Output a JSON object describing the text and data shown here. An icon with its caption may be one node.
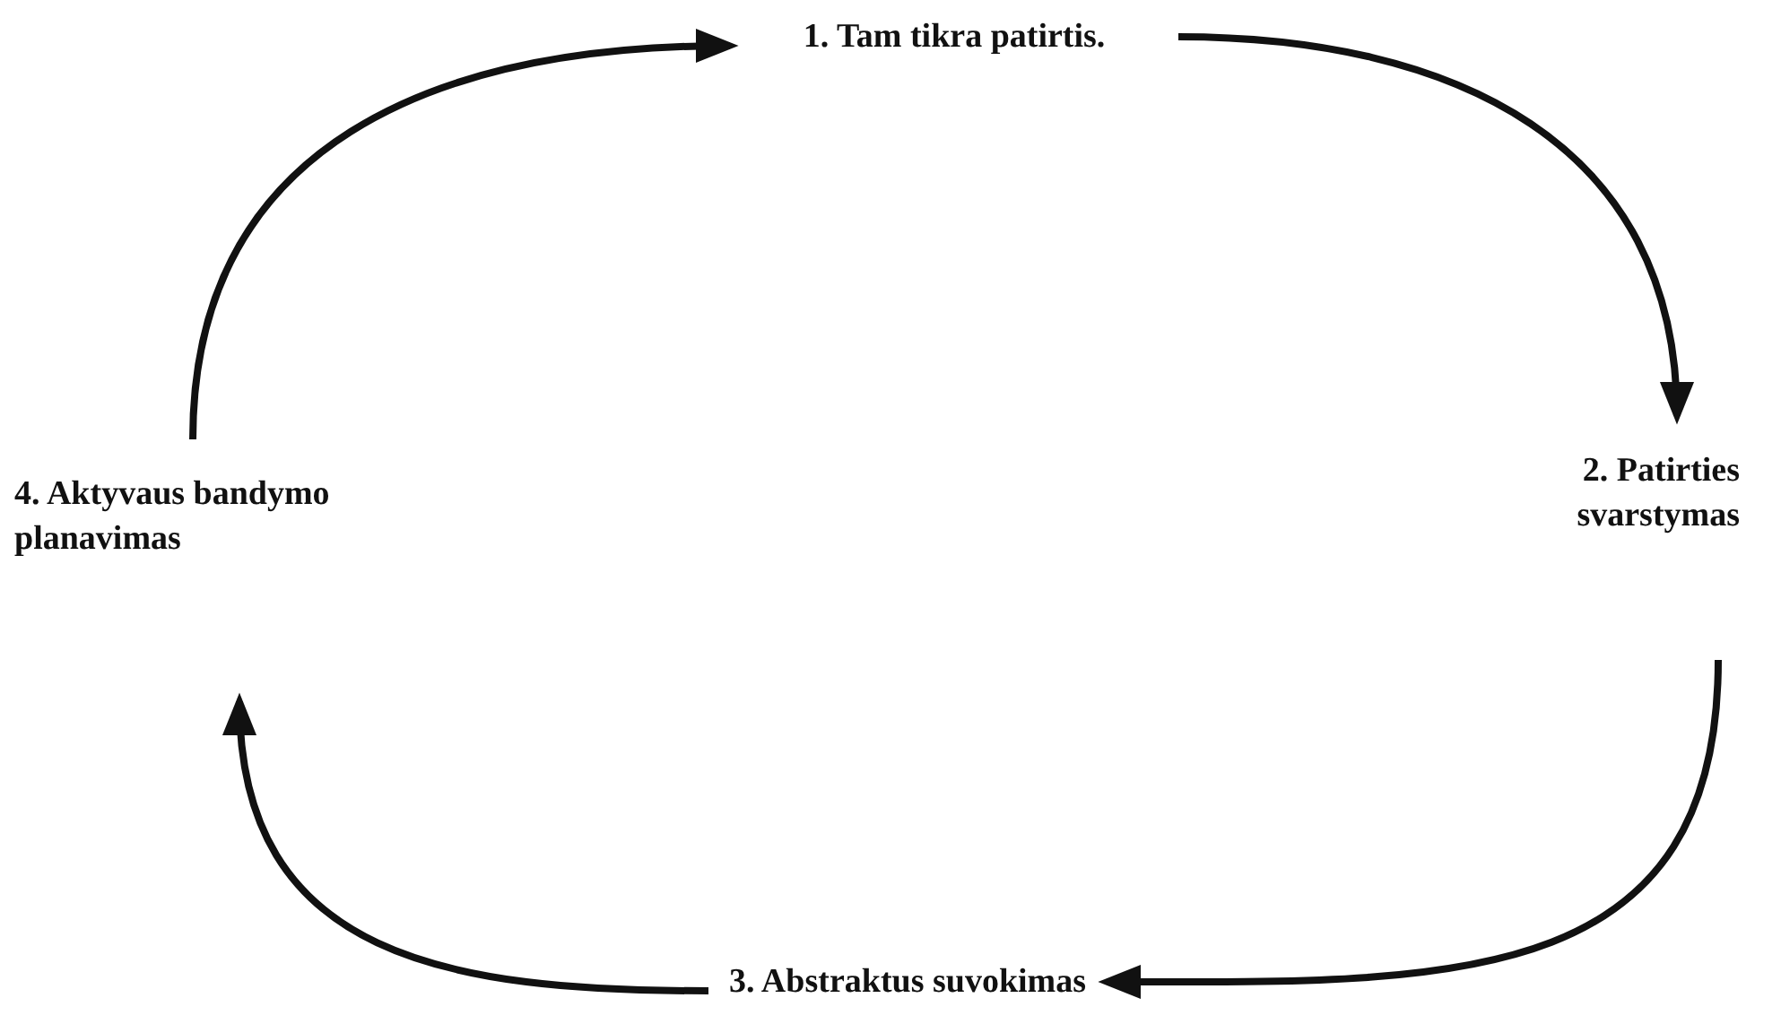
{
  "diagram": {
    "nodes": [
      {
        "text": [
          "1. Tam tikra patirtis."
        ]
      },
      {
        "text": [
          "2. Patirties svarstymas"
        ]
      },
      {
        "text": [
          "3. Abstraktus suvokimas"
        ]
      },
      {
        "text": [
          "4. Aktyvaus bandymo planavimas"
        ]
      }
    ],
    "edges": [
      {
        "from": 0,
        "to": 1,
        "arrow": "to"
      },
      {
        "from": 1,
        "to": 2,
        "arrow": "to"
      },
      {
        "from": 2,
        "to": 3,
        "arrow": "to"
      },
      {
        "from": 3,
        "to": 0,
        "arrow": "to"
      }
    ]
  }
}
